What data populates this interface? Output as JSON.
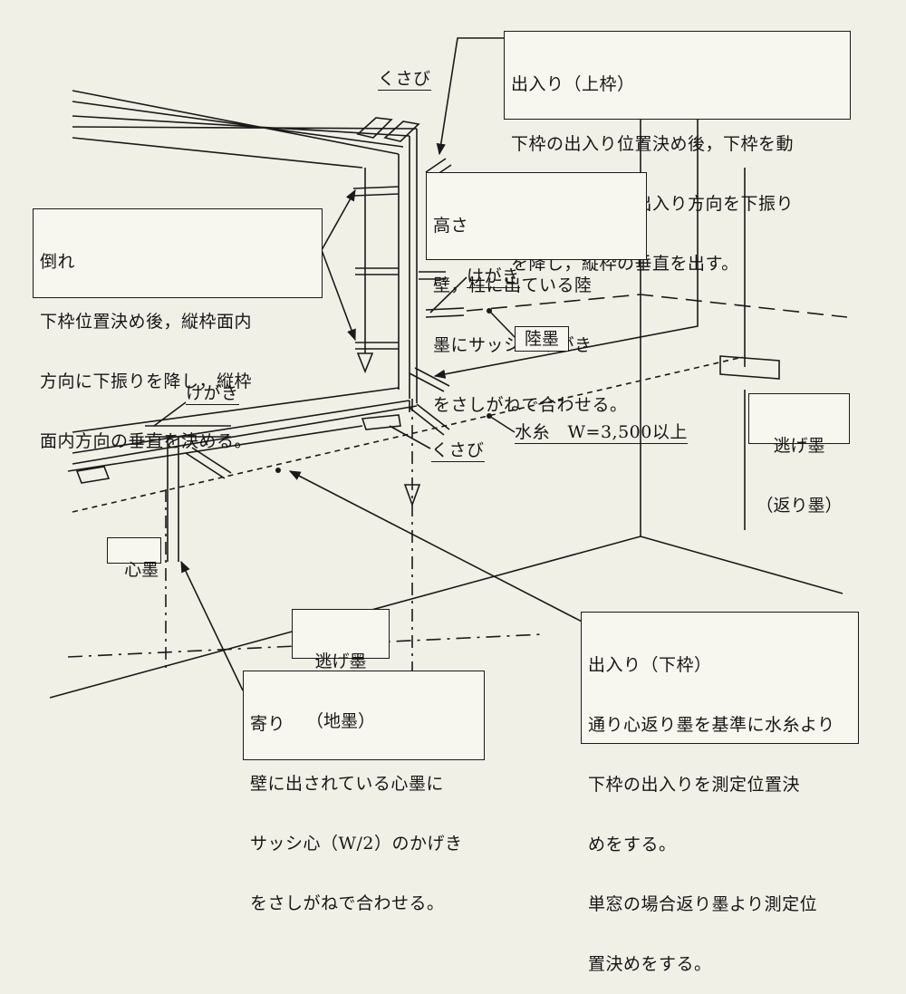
{
  "callouts": {
    "deiri_upper": {
      "lines": [
        "出入り（上枠）",
        "下枠の出入り位置決め後，下枠を動",
        "かさず上枠部の出入り方向を下振り",
        "を降し，縦枠の垂直を出す。"
      ]
    },
    "takasa": {
      "lines": [
        "高さ",
        "壁，柱に出ている陸",
        "墨にサッシのけがき",
        "をさしがねで合わせる。"
      ]
    },
    "taore": {
      "lines": [
        "倒れ",
        "下枠位置決め後，縦枠面内",
        "方向に下振りを降し，縦枠",
        "面内方向の垂直を決める。"
      ]
    },
    "deiri_lower": {
      "lines": [
        "出入り（下枠）",
        "通り心返り墨を基準に水糸より",
        "下枠の出入りを測定位置決",
        "めをする。",
        "単窓の場合返り墨より測定位",
        "置決めをする。"
      ]
    },
    "yori": {
      "lines": [
        "寄り",
        "壁に出されている心墨に",
        "サッシ心（W/2）のかげき",
        "をさしがねで合わせる。"
      ]
    }
  },
  "tags": {
    "rikuzumi": "陸墨",
    "nigezumi_kaeri": [
      "逃げ墨",
      "（返り墨）"
    ],
    "nigezumi_ji": [
      "逃げ墨",
      "（地墨）"
    ],
    "shinzumi": "心墨"
  },
  "labels": {
    "kusabi_top": "くさび",
    "kusabi_bottom": "くさび",
    "kegaki_right": "けがき",
    "kegaki_left": "けがき",
    "mizuito": "水糸　W=3,500以上"
  },
  "colors": {
    "ink": "#1a1a1a",
    "paper": "#f1f0e7",
    "box_fill": "#f7f6ef"
  }
}
